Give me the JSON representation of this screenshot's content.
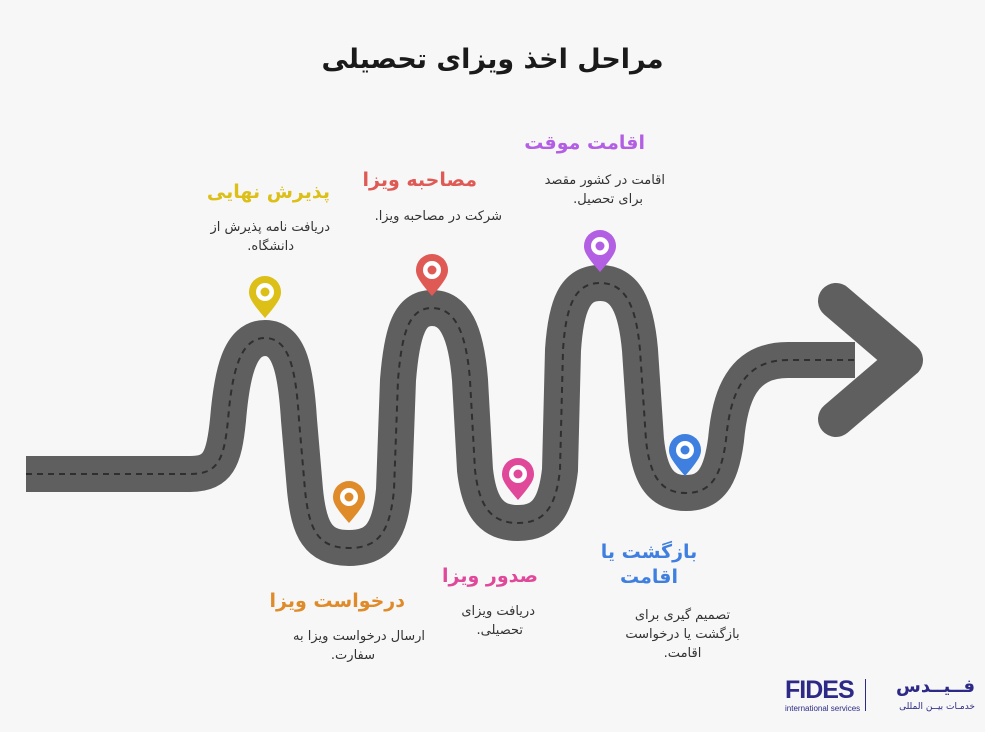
{
  "title": "مراحل اخذ ویزای تحصیلی",
  "colors": {
    "road": "#5f5f5f",
    "road_line": "#2f2f2f",
    "step1": "#dcbf17",
    "step2": "#df8b2a",
    "step3": "#e05a55",
    "step4": "#e0489a",
    "step5": "#b35fe3",
    "step6": "#3f7fe0"
  },
  "steps": [
    {
      "label": "پذیرش نهایی",
      "desc1": "دریافت نامه پذیرش از",
      "desc2": "دانشگاه."
    },
    {
      "label": "درخواست ویزا",
      "desc1": "ارسال درخواست ویزا به",
      "desc2": "سفارت."
    },
    {
      "label": "مصاحبه ویزا",
      "desc1": "شرکت در مصاحبه ویزا.",
      "desc2": ""
    },
    {
      "label": "صدور ویزا",
      "desc1": "دریافت ویزای",
      "desc2": "تحصیلی."
    },
    {
      "label": "اقامت موقت",
      "desc1": "اقامت در کشور مقصد",
      "desc2": "برای تحصیل."
    },
    {
      "label1": "بازگشت یا",
      "label2": "اقامت",
      "desc1": "تصمیم گیری برای",
      "desc2": "بازگشت یا درخواست",
      "desc3": "اقامت."
    }
  ],
  "logo": {
    "en": "FIDES",
    "en_sub": "international services",
    "fa": "فــیــدس",
    "fa_sub": "خدمـات بیــن المللی"
  }
}
